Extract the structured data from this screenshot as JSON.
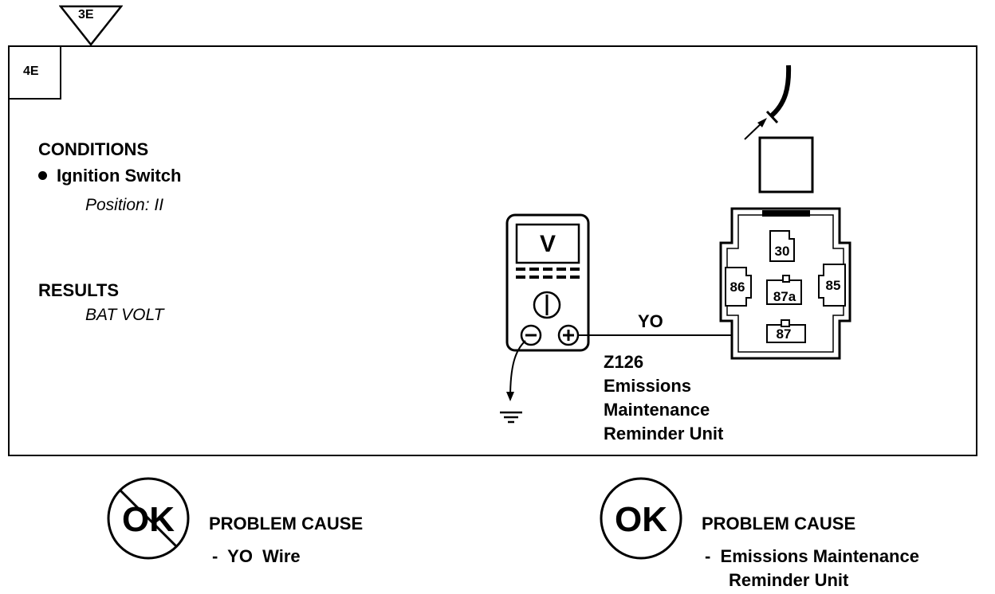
{
  "prev_step": "3E",
  "step": "4E",
  "conditions": {
    "heading": "CONDITIONS",
    "item": "Ignition Switch",
    "detail": "Position: II"
  },
  "results": {
    "heading": "RESULTS",
    "value": "BAT VOLT"
  },
  "meter": {
    "display": "V"
  },
  "wire_label": "YO",
  "relay": {
    "pins": [
      "30",
      "86",
      "87a",
      "85",
      "87"
    ]
  },
  "component": {
    "id": "Z126",
    "name_line1": "Emissions",
    "name_line2": "Maintenance",
    "name_line3": "Reminder Unit"
  },
  "not_ok": {
    "symbol": "OK",
    "heading": "PROBLEM CAUSE",
    "cause": "-  YO  Wire"
  },
  "ok": {
    "symbol": "OK",
    "heading": "PROBLEM CAUSE",
    "cause_line1": "-  Emissions Maintenance",
    "cause_line2": "Reminder Unit"
  }
}
